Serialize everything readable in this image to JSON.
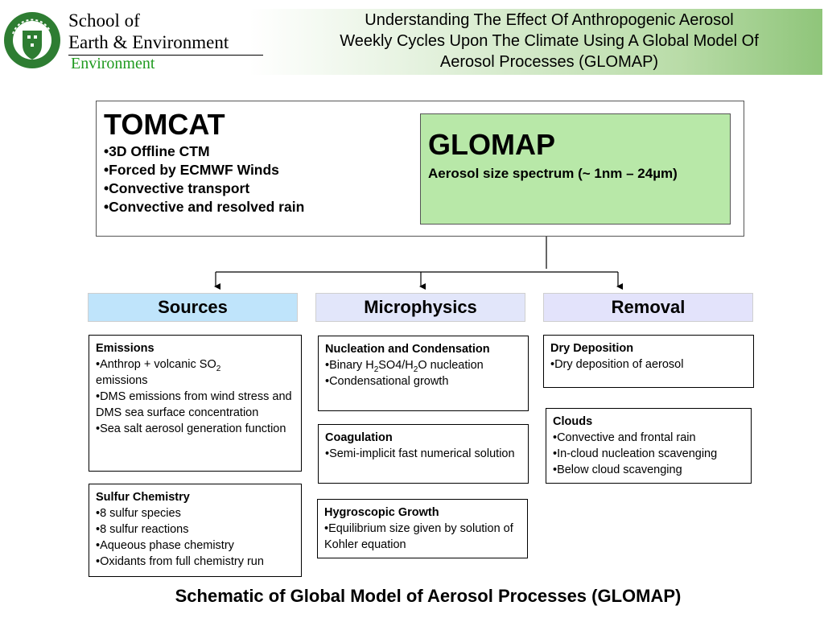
{
  "header": {
    "logo_text": "UNIVERSITY OF LEEDS",
    "school_line1": "School of",
    "school_line2": "Earth & Environment",
    "school_line3": "Environment",
    "title_lines": [
      "Understanding The Effect Of Anthropogenic Aerosol",
      "Weekly Cycles Upon The Climate Using A Global Model Of",
      "Aerosol Processes (GLOMAP)"
    ]
  },
  "tomcat": {
    "title": "TOMCAT",
    "items": [
      "•3D Offline CTM",
      "•Forced by ECMWF Winds",
      "•Convective transport",
      "•Convective and resolved rain"
    ]
  },
  "glomap": {
    "title": "GLOMAP",
    "subtitle": "Aerosol size spectrum (~ 1nm – 24µm)"
  },
  "categories": {
    "sources": "Sources",
    "microphysics": "Microphysics",
    "removal": "Removal"
  },
  "cards": {
    "emissions": {
      "title": "Emissions",
      "l1_a": "•Anthrop + volcanic SO",
      "l1_sub": "2",
      "l1_b": "emissions",
      "l2": "•DMS emissions from wind stress and DMS sea surface concentration",
      "l3": "•Sea salt aerosol generation function"
    },
    "sulfur": {
      "title": "Sulfur Chemistry",
      "lines": [
        "•8 sulfur species",
        "•8 sulfur reactions",
        "•Aqueous phase chemistry",
        "•Oxidants from full chemistry run"
      ]
    },
    "nucleation": {
      "title": "Nucleation and Condensation",
      "l1_a": "•Binary H",
      "l1_sub1": "2",
      "l1_b": "SO4/H",
      "l1_sub2": "2",
      "l1_c": "O nucleation",
      "l2": "•Condensational growth"
    },
    "coagulation": {
      "title": "Coagulation",
      "l1": "•Semi-implicit fast numerical solution"
    },
    "hygroscopic": {
      "title": "Hygroscopic Growth",
      "l1": "•Equilibrium size given by solution of Kohler equation"
    },
    "dry": {
      "title": "Dry Deposition",
      "l1": "•Dry deposition of aerosol"
    },
    "clouds": {
      "title": "Clouds",
      "lines": [
        "•Convective and frontal rain",
        "•In-cloud nucleation scavenging",
        "•Below cloud scavenging"
      ]
    }
  },
  "caption": "Schematic of Global Model of Aerosol Processes (GLOMAP)",
  "colors": {
    "glomap_fill": "#b8e8a8",
    "sources_fill": "#bfe4fb",
    "microphysics_fill": "#e2e6fa",
    "removal_fill": "#e3e3fb",
    "brand_green": "#1e9a1e"
  }
}
